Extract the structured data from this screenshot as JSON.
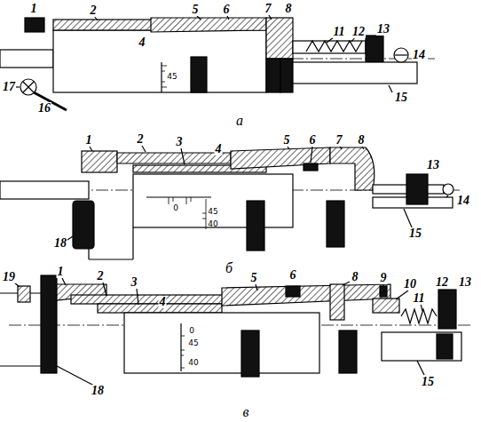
{
  "diagram": {
    "labels": [
      "1",
      "2",
      "4",
      "5",
      "6",
      "7",
      "8",
      "11",
      "12",
      "13",
      "14",
      "15",
      "17",
      "16",
      "45",
      "а",
      "1",
      "2",
      "3",
      "4",
      "5",
      "6",
      "7",
      "8",
      "13",
      "14",
      "15",
      "18",
      "0",
      "45",
      "40",
      "б",
      "19",
      "1",
      "2",
      "3",
      "4",
      "5",
      "6",
      "8",
      "9",
      "10",
      "11",
      "12",
      "13",
      "18",
      "15",
      "0",
      "45",
      "40",
      "в"
    ]
  }
}
